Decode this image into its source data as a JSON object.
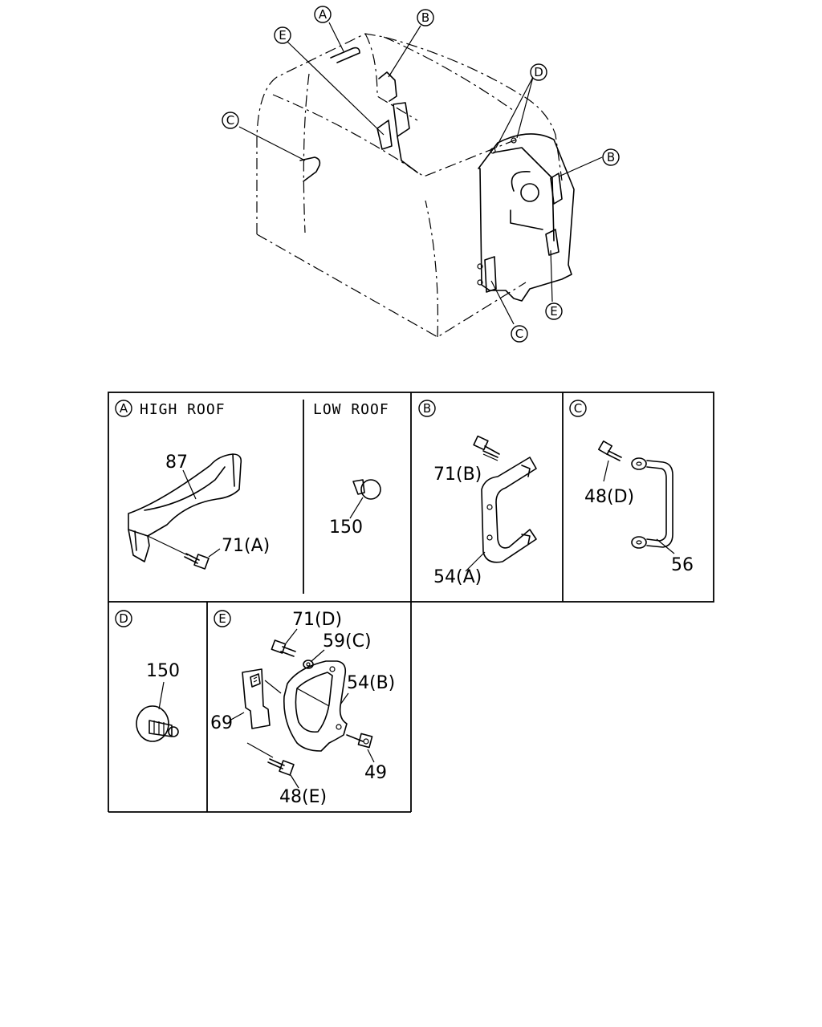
{
  "callouts": {
    "a": "A",
    "b": "B",
    "c": "C",
    "d": "D",
    "e": "E"
  },
  "panels": {
    "a_high_roof": {
      "title": "HIGH ROOF",
      "part_87": "87",
      "part_71a": "71(A)"
    },
    "a_low_roof": {
      "title": "LOW ROOF",
      "part_150": "150"
    },
    "b": {
      "part_71b": "71(B)",
      "part_54a": "54(A)"
    },
    "c": {
      "part_48d": "48(D)",
      "part_56": "56"
    },
    "d": {
      "part_150": "150"
    },
    "e": {
      "part_71d": "71(D)",
      "part_59c": "59(C)",
      "part_54b": "54(B)",
      "part_69": "69",
      "part_49": "49",
      "part_48e": "48(E)"
    }
  }
}
